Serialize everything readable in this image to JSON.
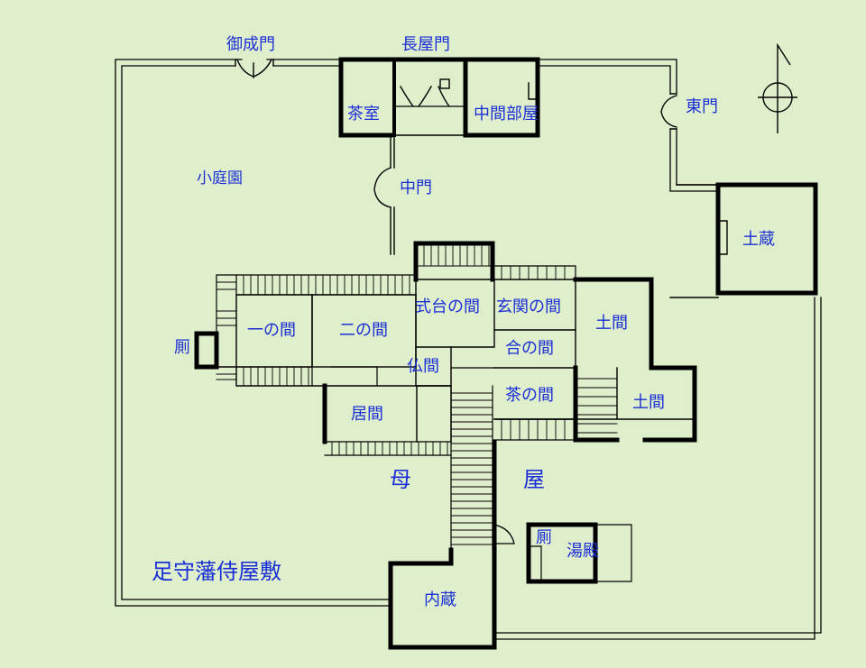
{
  "title": "足守藩侍屋敷",
  "main_building": [
    "母",
    "屋"
  ],
  "labels": {
    "onarimon": "御成門",
    "nagayamon": "長屋門",
    "higashimon": "東門",
    "chashitsu": "茶室",
    "chugen_beya": "中間部屋",
    "nakamon": "中門",
    "shoteien": "小庭園",
    "dozo": "土蔵",
    "shikidai": "式台の間",
    "genkan": "玄関の間",
    "doma1": "土間",
    "doma2": "土間",
    "ichinoma": "一の間",
    "ninoma": "二の間",
    "kawaya1": "厠",
    "kawaya2": "厠",
    "ainoma": "合の間",
    "butsuma": "仏間",
    "chanoma": "茶の間",
    "ima": "居間",
    "yudono": "湯殿",
    "naizo": "内蔵"
  },
  "colors": {
    "background": "#dfeecb",
    "wall": "#000000",
    "label": "#1a2fd6"
  }
}
